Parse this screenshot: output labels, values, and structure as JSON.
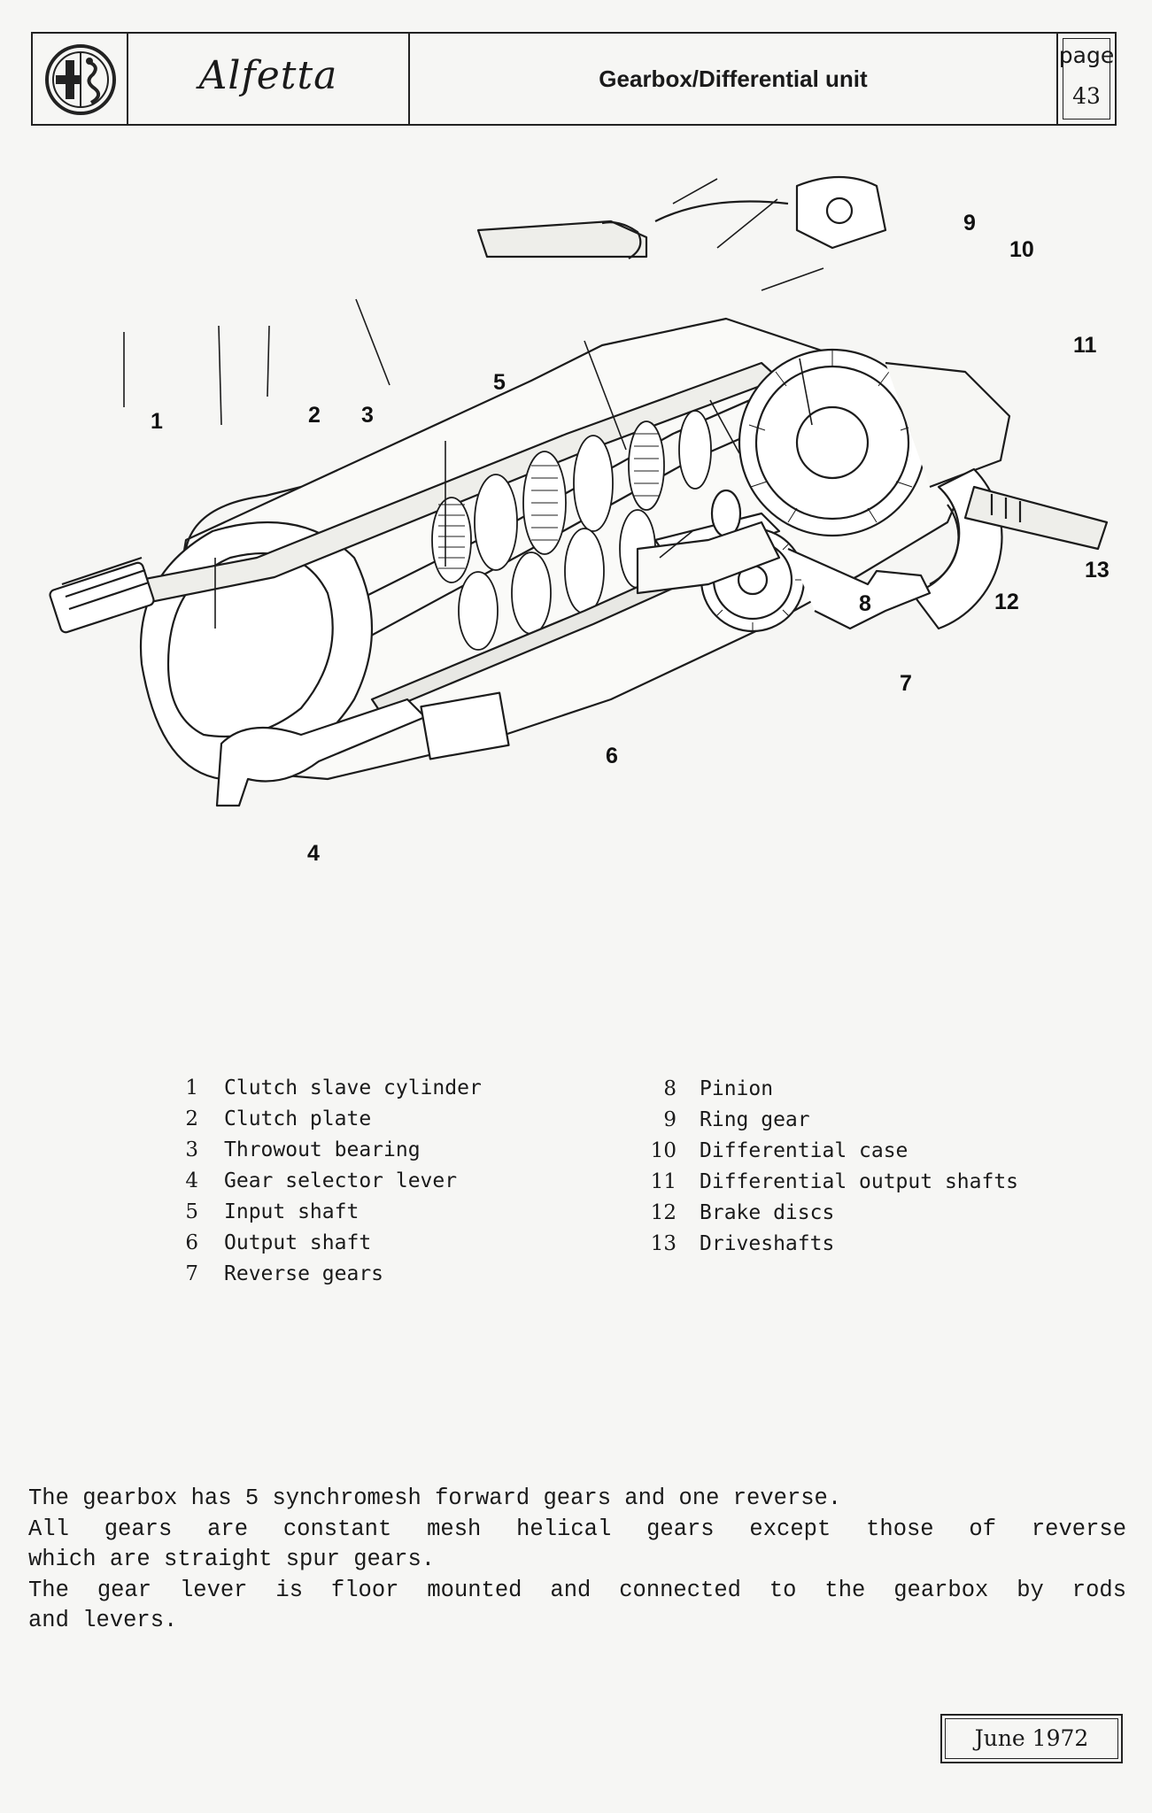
{
  "header": {
    "logo_icon": "alfa-romeo-badge-icon",
    "brand": "Alfetta",
    "title": "Gearbox/Differential unit",
    "page_label": "page",
    "page_number": "43"
  },
  "figure": {
    "drawing": "gearbox-differential-cutaway-illustration",
    "callouts": [
      "1",
      "2",
      "3",
      "4",
      "5",
      "6",
      "7",
      "8",
      "9",
      "10",
      "11",
      "12",
      "13"
    ]
  },
  "legend": {
    "left": [
      {
        "num": "1",
        "label": "Clutch slave cylinder"
      },
      {
        "num": "2",
        "label": "Clutch plate"
      },
      {
        "num": "3",
        "label": "Throwout bearing"
      },
      {
        "num": "4",
        "label": "Gear selector lever"
      },
      {
        "num": "5",
        "label": "Input shaft"
      },
      {
        "num": "6",
        "label": "Output shaft"
      },
      {
        "num": "7",
        "label": "Reverse gears"
      }
    ],
    "right": [
      {
        "num": "8",
        "label": "Pinion"
      },
      {
        "num": "9",
        "label": "Ring gear"
      },
      {
        "num": "10",
        "label": "Differential case"
      },
      {
        "num": "11",
        "label": "Differential output shafts"
      },
      {
        "num": "12",
        "label": "Brake discs"
      },
      {
        "num": "13",
        "label": "Driveshafts"
      }
    ]
  },
  "description": {
    "lines": [
      "The gearbox has 5 synchromesh forward gears and one reverse.",
      "All gears are constant mesh helical gears except those of reverse",
      "which are straight spur gears.",
      "The gear lever  is floor mounted and connected to the gearbox by rods",
      "and levers."
    ]
  },
  "footer": {
    "date": "June 1972"
  }
}
